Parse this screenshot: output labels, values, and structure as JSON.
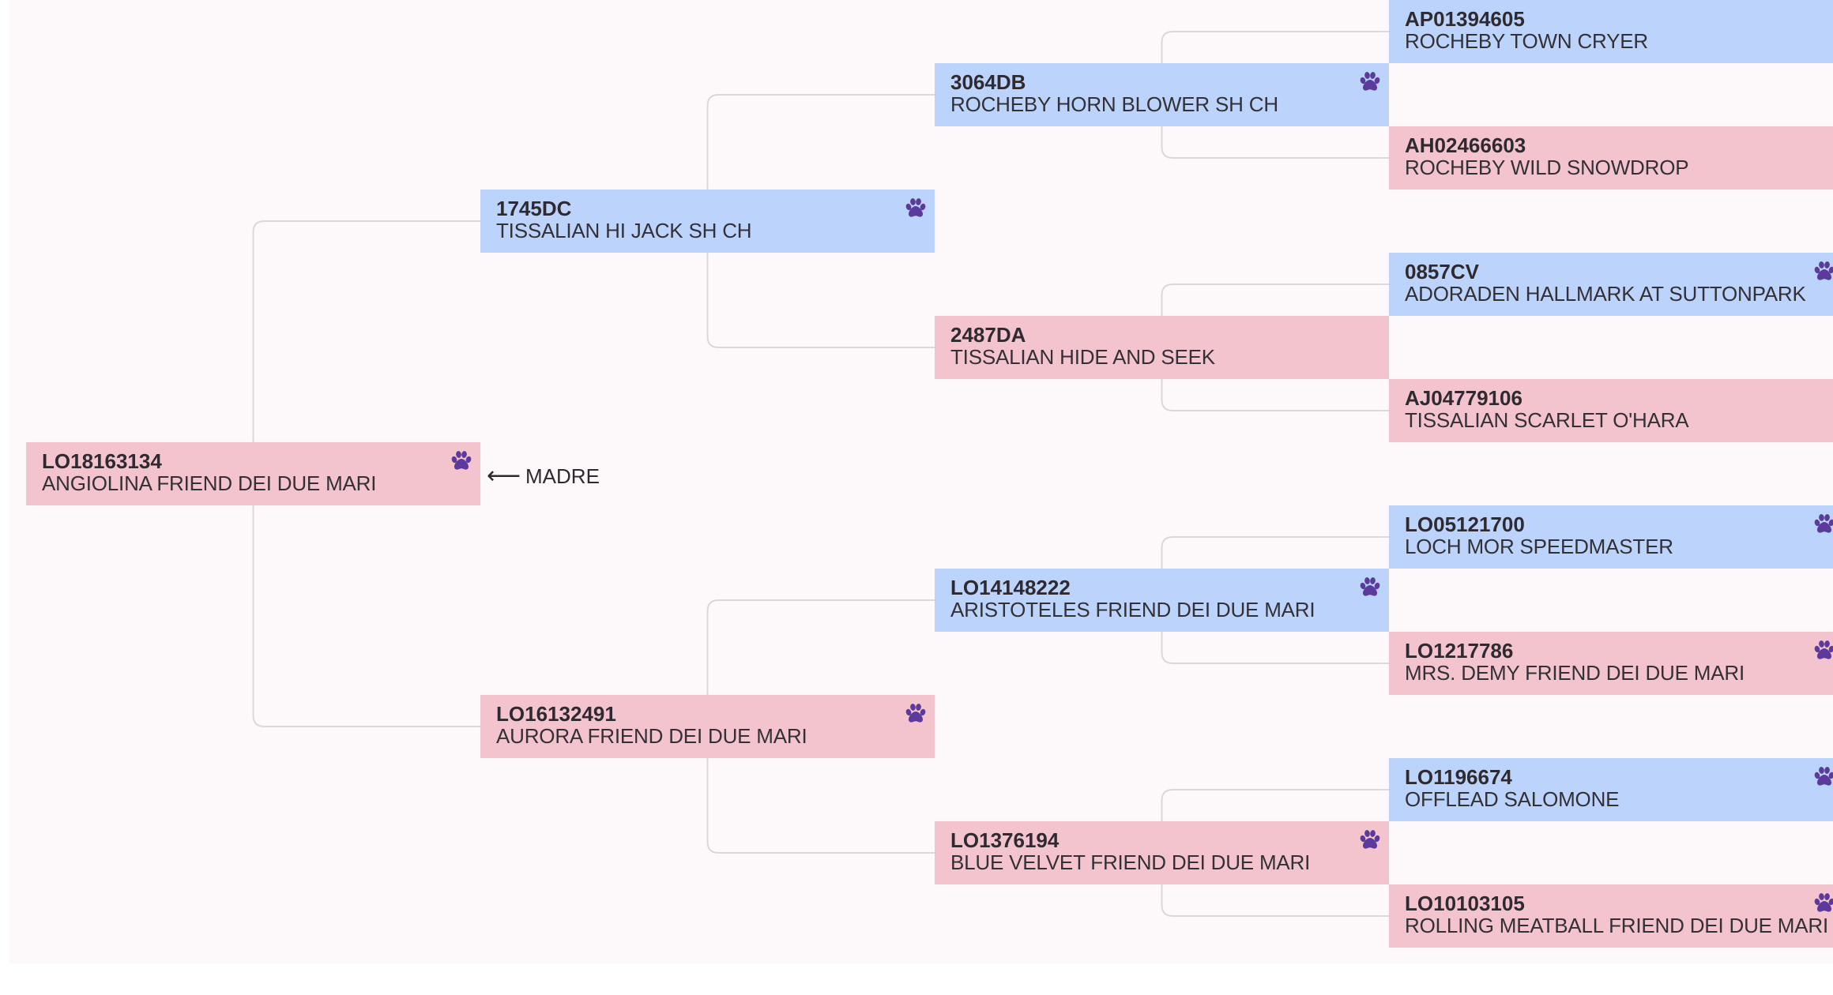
{
  "colors": {
    "male": "#bcd3fb",
    "female": "#f4c4ce",
    "paw": "#5b3a9b",
    "connector": "#dcd7da"
  },
  "subject_label": "MADRE",
  "icons": {
    "paw": "paw-print-icon",
    "arrow": "arrow-left-icon"
  },
  "dogs": [
    {
      "id": "subject",
      "reg": "LO18163134",
      "name": "ANGIOLINA FRIEND DEI DUE MARI",
      "sex": "female",
      "paw": true
    },
    {
      "id": "sire",
      "reg": "1745DC",
      "name": "TISSALIAN HI JACK SH CH",
      "sex": "male",
      "paw": true
    },
    {
      "id": "dam",
      "reg": "LO16132491",
      "name": "AURORA FRIEND DEI DUE MARI",
      "sex": "female",
      "paw": true
    },
    {
      "id": "sire-sire",
      "reg": "3064DB",
      "name": "ROCHEBY HORN BLOWER SH CH",
      "sex": "male",
      "paw": true
    },
    {
      "id": "sire-dam",
      "reg": "2487DA",
      "name": "TISSALIAN HIDE AND SEEK",
      "sex": "female",
      "paw": false
    },
    {
      "id": "dam-sire",
      "reg": "LO14148222",
      "name": "ARISTOTELES FRIEND DEI DUE MARI",
      "sex": "male",
      "paw": true
    },
    {
      "id": "dam-dam",
      "reg": "LO1376194",
      "name": "BLUE VELVET FRIEND DEI DUE MARI",
      "sex": "female",
      "paw": true
    },
    {
      "id": "ggp1",
      "reg": "AP01394605",
      "name": "ROCHEBY TOWN CRYER",
      "sex": "male",
      "paw": false
    },
    {
      "id": "ggp2",
      "reg": "AH02466603",
      "name": "ROCHEBY WILD SNOWDROP",
      "sex": "female",
      "paw": false
    },
    {
      "id": "ggp3",
      "reg": "0857CV",
      "name": "ADORADEN HALLMARK AT SUTTONPARK",
      "sex": "male",
      "paw": true
    },
    {
      "id": "ggp4",
      "reg": "AJ04779106",
      "name": "TISSALIAN SCARLET O'HARA",
      "sex": "female",
      "paw": false
    },
    {
      "id": "ggp5",
      "reg": "LO05121700",
      "name": "LOCH MOR SPEEDMASTER",
      "sex": "male",
      "paw": true
    },
    {
      "id": "ggp6",
      "reg": "LO1217786",
      "name": "MRS. DEMY FRIEND DEI DUE MARI",
      "sex": "female",
      "paw": true
    },
    {
      "id": "ggp7",
      "reg": "LO1196674",
      "name": "OFFLEAD SALOMONE",
      "sex": "male",
      "paw": true
    },
    {
      "id": "ggp8",
      "reg": "LO10103105",
      "name": "ROLLING MEATBALL FRIEND DEI DUE MARI",
      "sex": "female",
      "paw": true
    }
  ]
}
